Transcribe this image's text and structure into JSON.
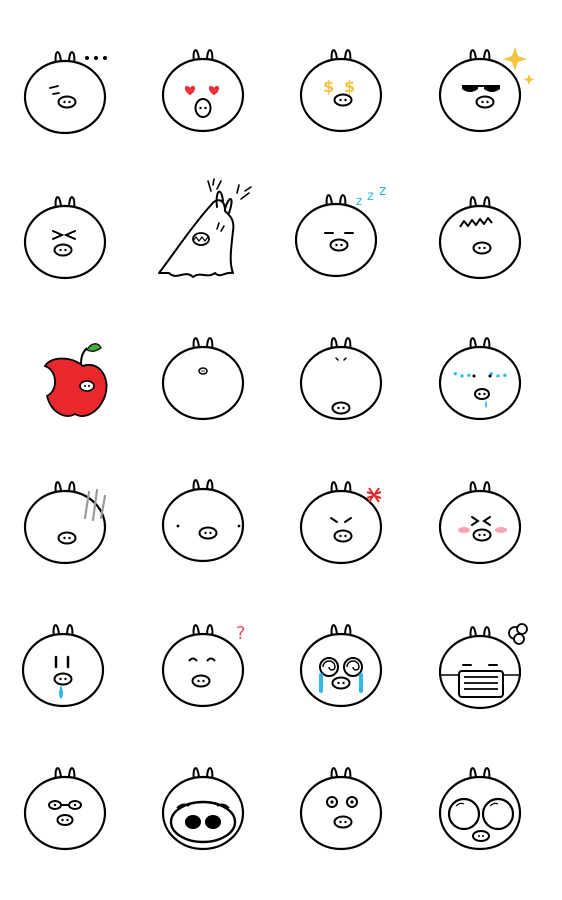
{
  "sheet": {
    "columns": 4,
    "rows": 6,
    "background": "#ffffff",
    "ink": "#000000",
    "accent_colors": {
      "heart_red": "#e8323c",
      "gold": "#f5c342",
      "blue": "#35b8e6",
      "apple_red": "#e8282d",
      "leaf_green": "#3fae3a",
      "anger_red": "#e0262b",
      "blush_pink": "#f7a3b6",
      "gray": "#9a9a9a",
      "question_red": "#e8505a"
    },
    "stickers": [
      {
        "name": "sticker-ellipsis",
        "expression": "ellipsis"
      },
      {
        "name": "sticker-heart-eyes",
        "expression": "heart-eyes"
      },
      {
        "name": "sticker-money-eyes",
        "expression": "money-eyes"
      },
      {
        "name": "sticker-sunglasses",
        "expression": "sunglasses"
      },
      {
        "name": "sticker-squint",
        "expression": "squint"
      },
      {
        "name": "sticker-melting-scribble",
        "expression": "melting"
      },
      {
        "name": "sticker-sleeping",
        "expression": "sleeping"
      },
      {
        "name": "sticker-messy-hair",
        "expression": "messy-hair"
      },
      {
        "name": "sticker-apple",
        "expression": "apple"
      },
      {
        "name": "sticker-small-face",
        "expression": "small-face"
      },
      {
        "name": "sticker-low-nose",
        "expression": "low-nose"
      },
      {
        "name": "sticker-crying-streams",
        "expression": "crying"
      },
      {
        "name": "sticker-gloomy",
        "expression": "gloomy"
      },
      {
        "name": "sticker-wide-eyes",
        "expression": "wide-eyes"
      },
      {
        "name": "sticker-angry",
        "expression": "angry"
      },
      {
        "name": "sticker-blushing",
        "expression": "blushing"
      },
      {
        "name": "sticker-drool",
        "expression": "drool"
      },
      {
        "name": "sticker-question",
        "expression": "question"
      },
      {
        "name": "sticker-teary-eyes",
        "expression": "teary"
      },
      {
        "name": "sticker-mask",
        "expression": "mask"
      },
      {
        "name": "sticker-glasses",
        "expression": "glasses"
      },
      {
        "name": "sticker-big-snout",
        "expression": "big-snout"
      },
      {
        "name": "sticker-bug-eyes",
        "expression": "bug-eyes"
      },
      {
        "name": "sticker-huge-eyes",
        "expression": "huge-eyes"
      }
    ]
  }
}
